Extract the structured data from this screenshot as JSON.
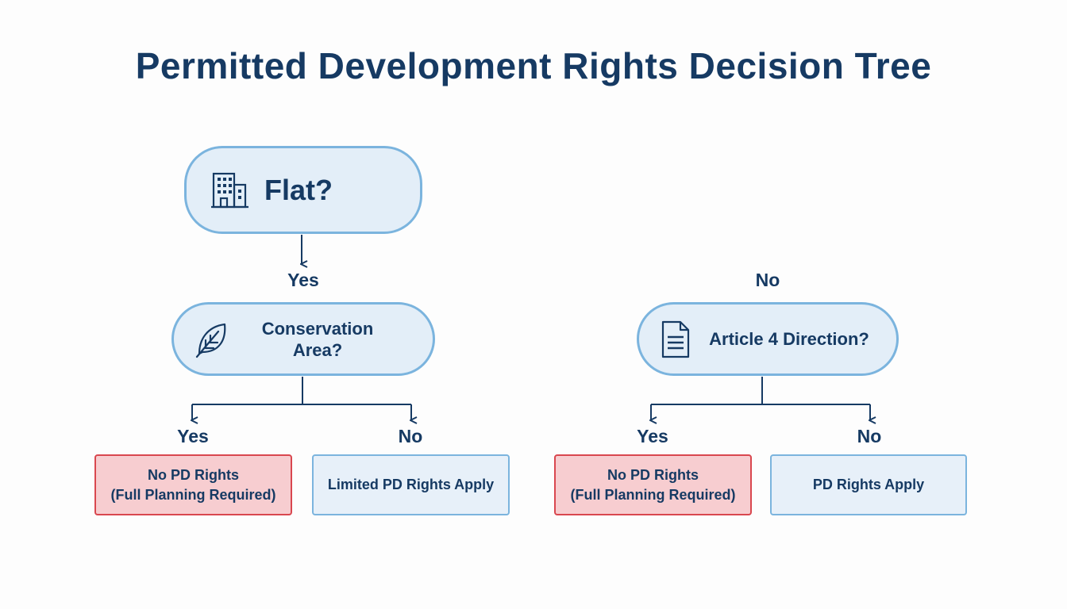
{
  "title": "Permitted Development Rights Decision Tree",
  "colors": {
    "title": "#163a63",
    "node_fill": "#e3eef8",
    "node_border": "#7bb4de",
    "negative_fill": "#f7cdd0",
    "negative_border": "#d9474f",
    "connector": "#163a63"
  },
  "nodes": {
    "flat": {
      "label": "Flat?",
      "icon": "building-icon"
    },
    "conservation": {
      "label_line1": "Conservation",
      "label_line2": "Area?",
      "icon": "leaf-icon"
    },
    "article4": {
      "label": "Article 4 Direction?",
      "icon": "document-icon"
    }
  },
  "branches": {
    "flat_yes": "Yes",
    "flat_no": "No",
    "conservation_yes": "Yes",
    "conservation_no": "No",
    "article4_yes": "Yes",
    "article4_no": "No"
  },
  "outcomes": {
    "conservation_yes": {
      "line1": "No PD Rights",
      "line2": "(Full Planning Required)",
      "status": "negative"
    },
    "conservation_no": {
      "line1": "Limited PD Rights Apply",
      "status": "neutral"
    },
    "article4_yes": {
      "line1": "No PD Rights",
      "line2": "(Full Planning Required)",
      "status": "negative"
    },
    "article4_no": {
      "line1": "PD Rights Apply",
      "status": "neutral"
    }
  }
}
